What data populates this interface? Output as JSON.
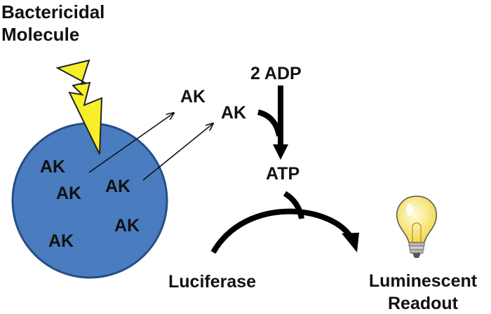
{
  "title_line1": "Bactericidal",
  "title_line2": "Molecule",
  "cell_ak": [
    "AK",
    "AK",
    "AK",
    "AK",
    "AK"
  ],
  "released_ak": [
    "AK",
    "AK"
  ],
  "substrate": "2 ADP",
  "product": "ATP",
  "enzyme": "Luciferase",
  "readout_line1": "Luminescent",
  "readout_line2": "Readout",
  "icons": {
    "lightning": "lightning-bolt-icon",
    "bulb": "light-bulb-icon"
  },
  "colors": {
    "cell_fill": "#4a7cc0",
    "cell_stroke": "#254e85",
    "lightning_fill": "#f7ef2a",
    "bulb_glass": "#fdf59a",
    "text": "#111111"
  }
}
